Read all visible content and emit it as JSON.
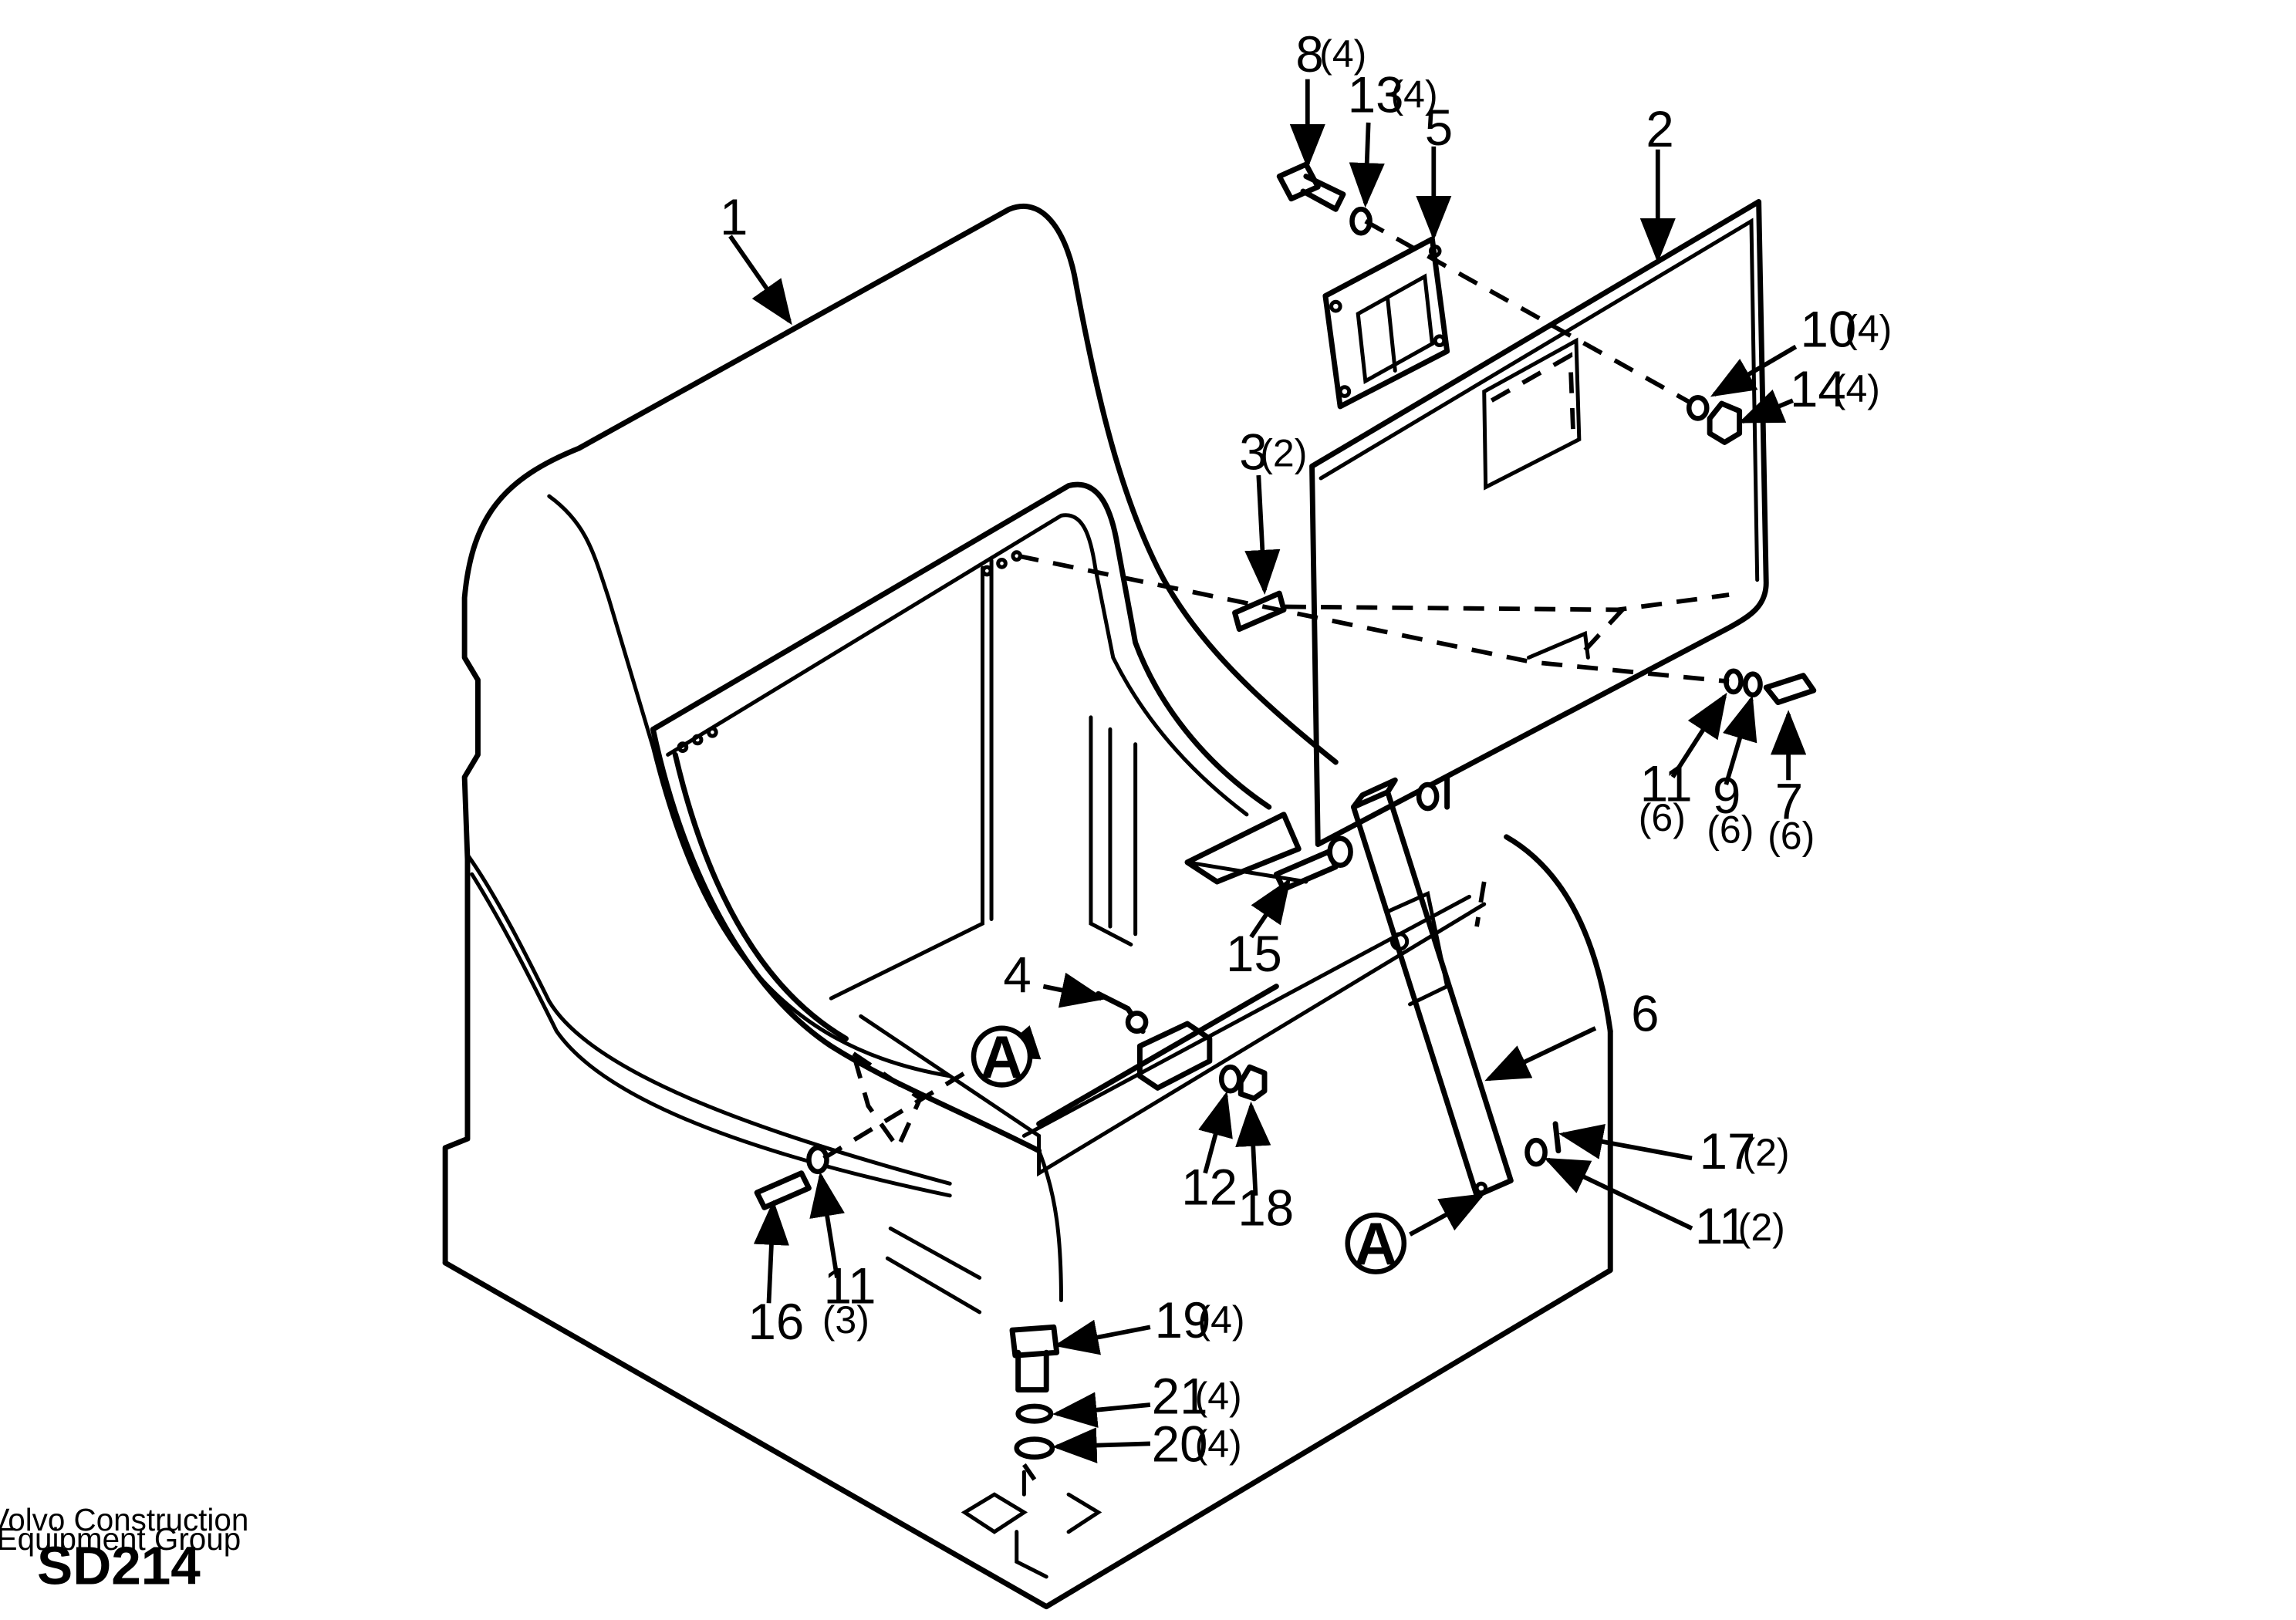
{
  "footer": {
    "company_line1": "Volvo Construction",
    "company_line2": "Equipment Group",
    "drawing_code": "SD214"
  },
  "callouts": [
    {
      "id": "1",
      "qty": ""
    },
    {
      "id": "2",
      "qty": ""
    },
    {
      "id": "3",
      "qty": "(2)"
    },
    {
      "id": "4",
      "qty": ""
    },
    {
      "id": "5",
      "qty": ""
    },
    {
      "id": "6",
      "qty": ""
    },
    {
      "id": "7",
      "qty": "(6)"
    },
    {
      "id": "8",
      "qty": "(4)"
    },
    {
      "id": "9",
      "qty": "(6)"
    },
    {
      "id": "10",
      "qty": "(4)"
    },
    {
      "id": "11",
      "qty": "(6)"
    },
    {
      "id": "11",
      "qty": "(3)"
    },
    {
      "id": "11",
      "qty": "(2)"
    },
    {
      "id": "12",
      "qty": ""
    },
    {
      "id": "13",
      "qty": "(4)"
    },
    {
      "id": "14",
      "qty": "(4)"
    },
    {
      "id": "15",
      "qty": ""
    },
    {
      "id": "16",
      "qty": ""
    },
    {
      "id": "17",
      "qty": "(2)"
    },
    {
      "id": "18",
      "qty": ""
    },
    {
      "id": "19",
      "qty": "(4)"
    },
    {
      "id": "20",
      "qty": "(4)"
    },
    {
      "id": "21",
      "qty": "(4)"
    }
  ],
  "detail_marker": "A"
}
